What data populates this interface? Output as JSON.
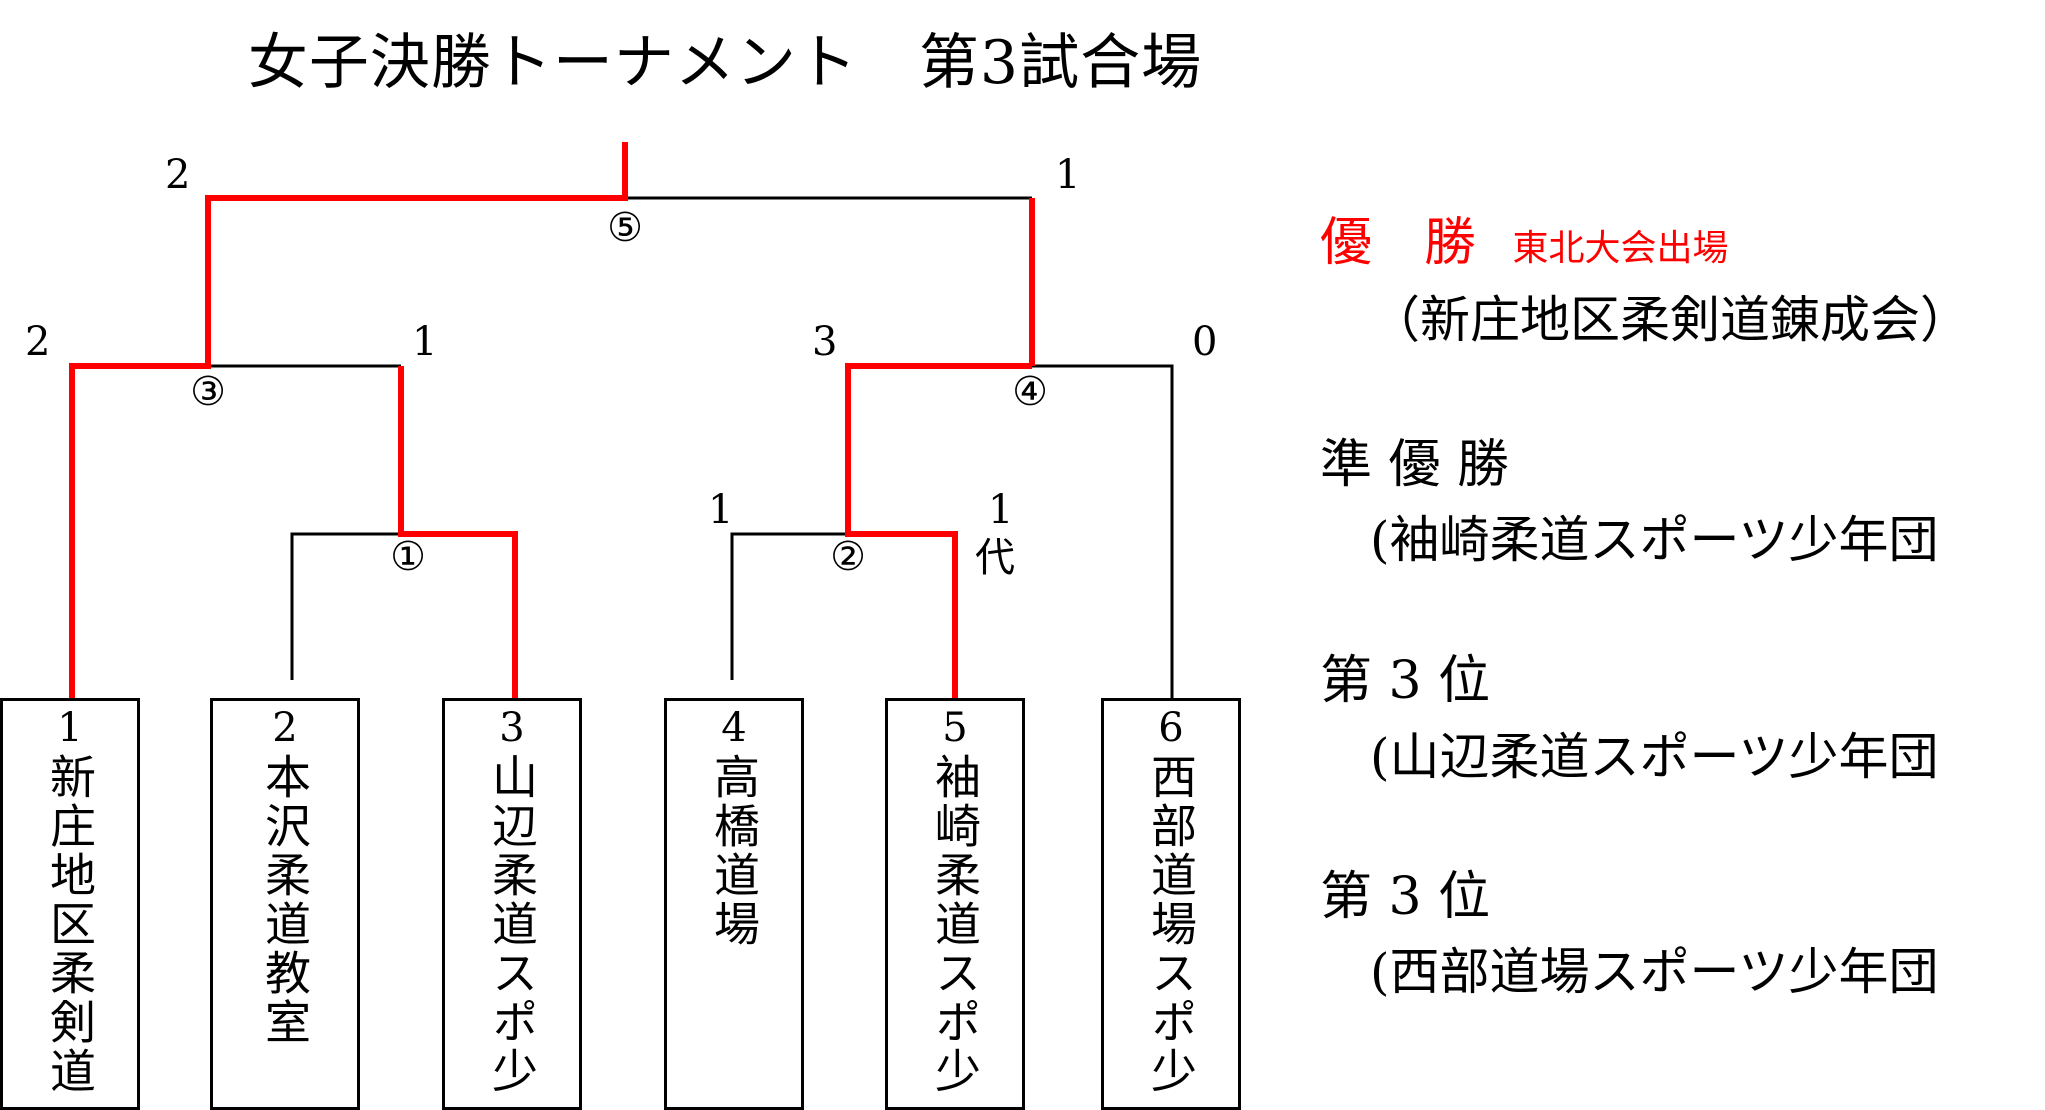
{
  "title": "女子決勝トーナメント　第3試合場",
  "colors": {
    "winner_line": "#ff0000",
    "line": "#000000",
    "champion_label": "#ff0000"
  },
  "teams": [
    {
      "seed": "1",
      "name": "新庄地区柔剣道"
    },
    {
      "seed": "2",
      "name": "本沢柔道教室"
    },
    {
      "seed": "3",
      "name": "山辺柔道スポ少"
    },
    {
      "seed": "4",
      "name": "高橋道場"
    },
    {
      "seed": "5",
      "name": "袖崎柔道スポ少"
    },
    {
      "seed": "6",
      "name": "西部道場スポ少"
    }
  ],
  "matches": [
    {
      "no": "①",
      "score_left": "",
      "score_right": ""
    },
    {
      "no": "②",
      "score_left": "1",
      "score_right": "1",
      "note_right": "代"
    },
    {
      "no": "③",
      "score_left": "2",
      "score_right": "1"
    },
    {
      "no": "④",
      "score_left": "3",
      "score_right": "0"
    },
    {
      "no": "⑤",
      "score_left": "2",
      "score_right": "1"
    }
  ],
  "results": {
    "champion": {
      "label": "優　勝",
      "note": "東北大会出場",
      "team": "（新庄地区柔剣道錬成会）"
    },
    "runner_up": {
      "label": "準 優 勝",
      "team": "(袖崎柔道スポーツ少年団"
    },
    "third_a": {
      "label": "第 3 位",
      "team": "(山辺柔道スポーツ少年団"
    },
    "third_b": {
      "label": "第 3 位",
      "team": "(西部道場スポーツ少年団"
    }
  }
}
